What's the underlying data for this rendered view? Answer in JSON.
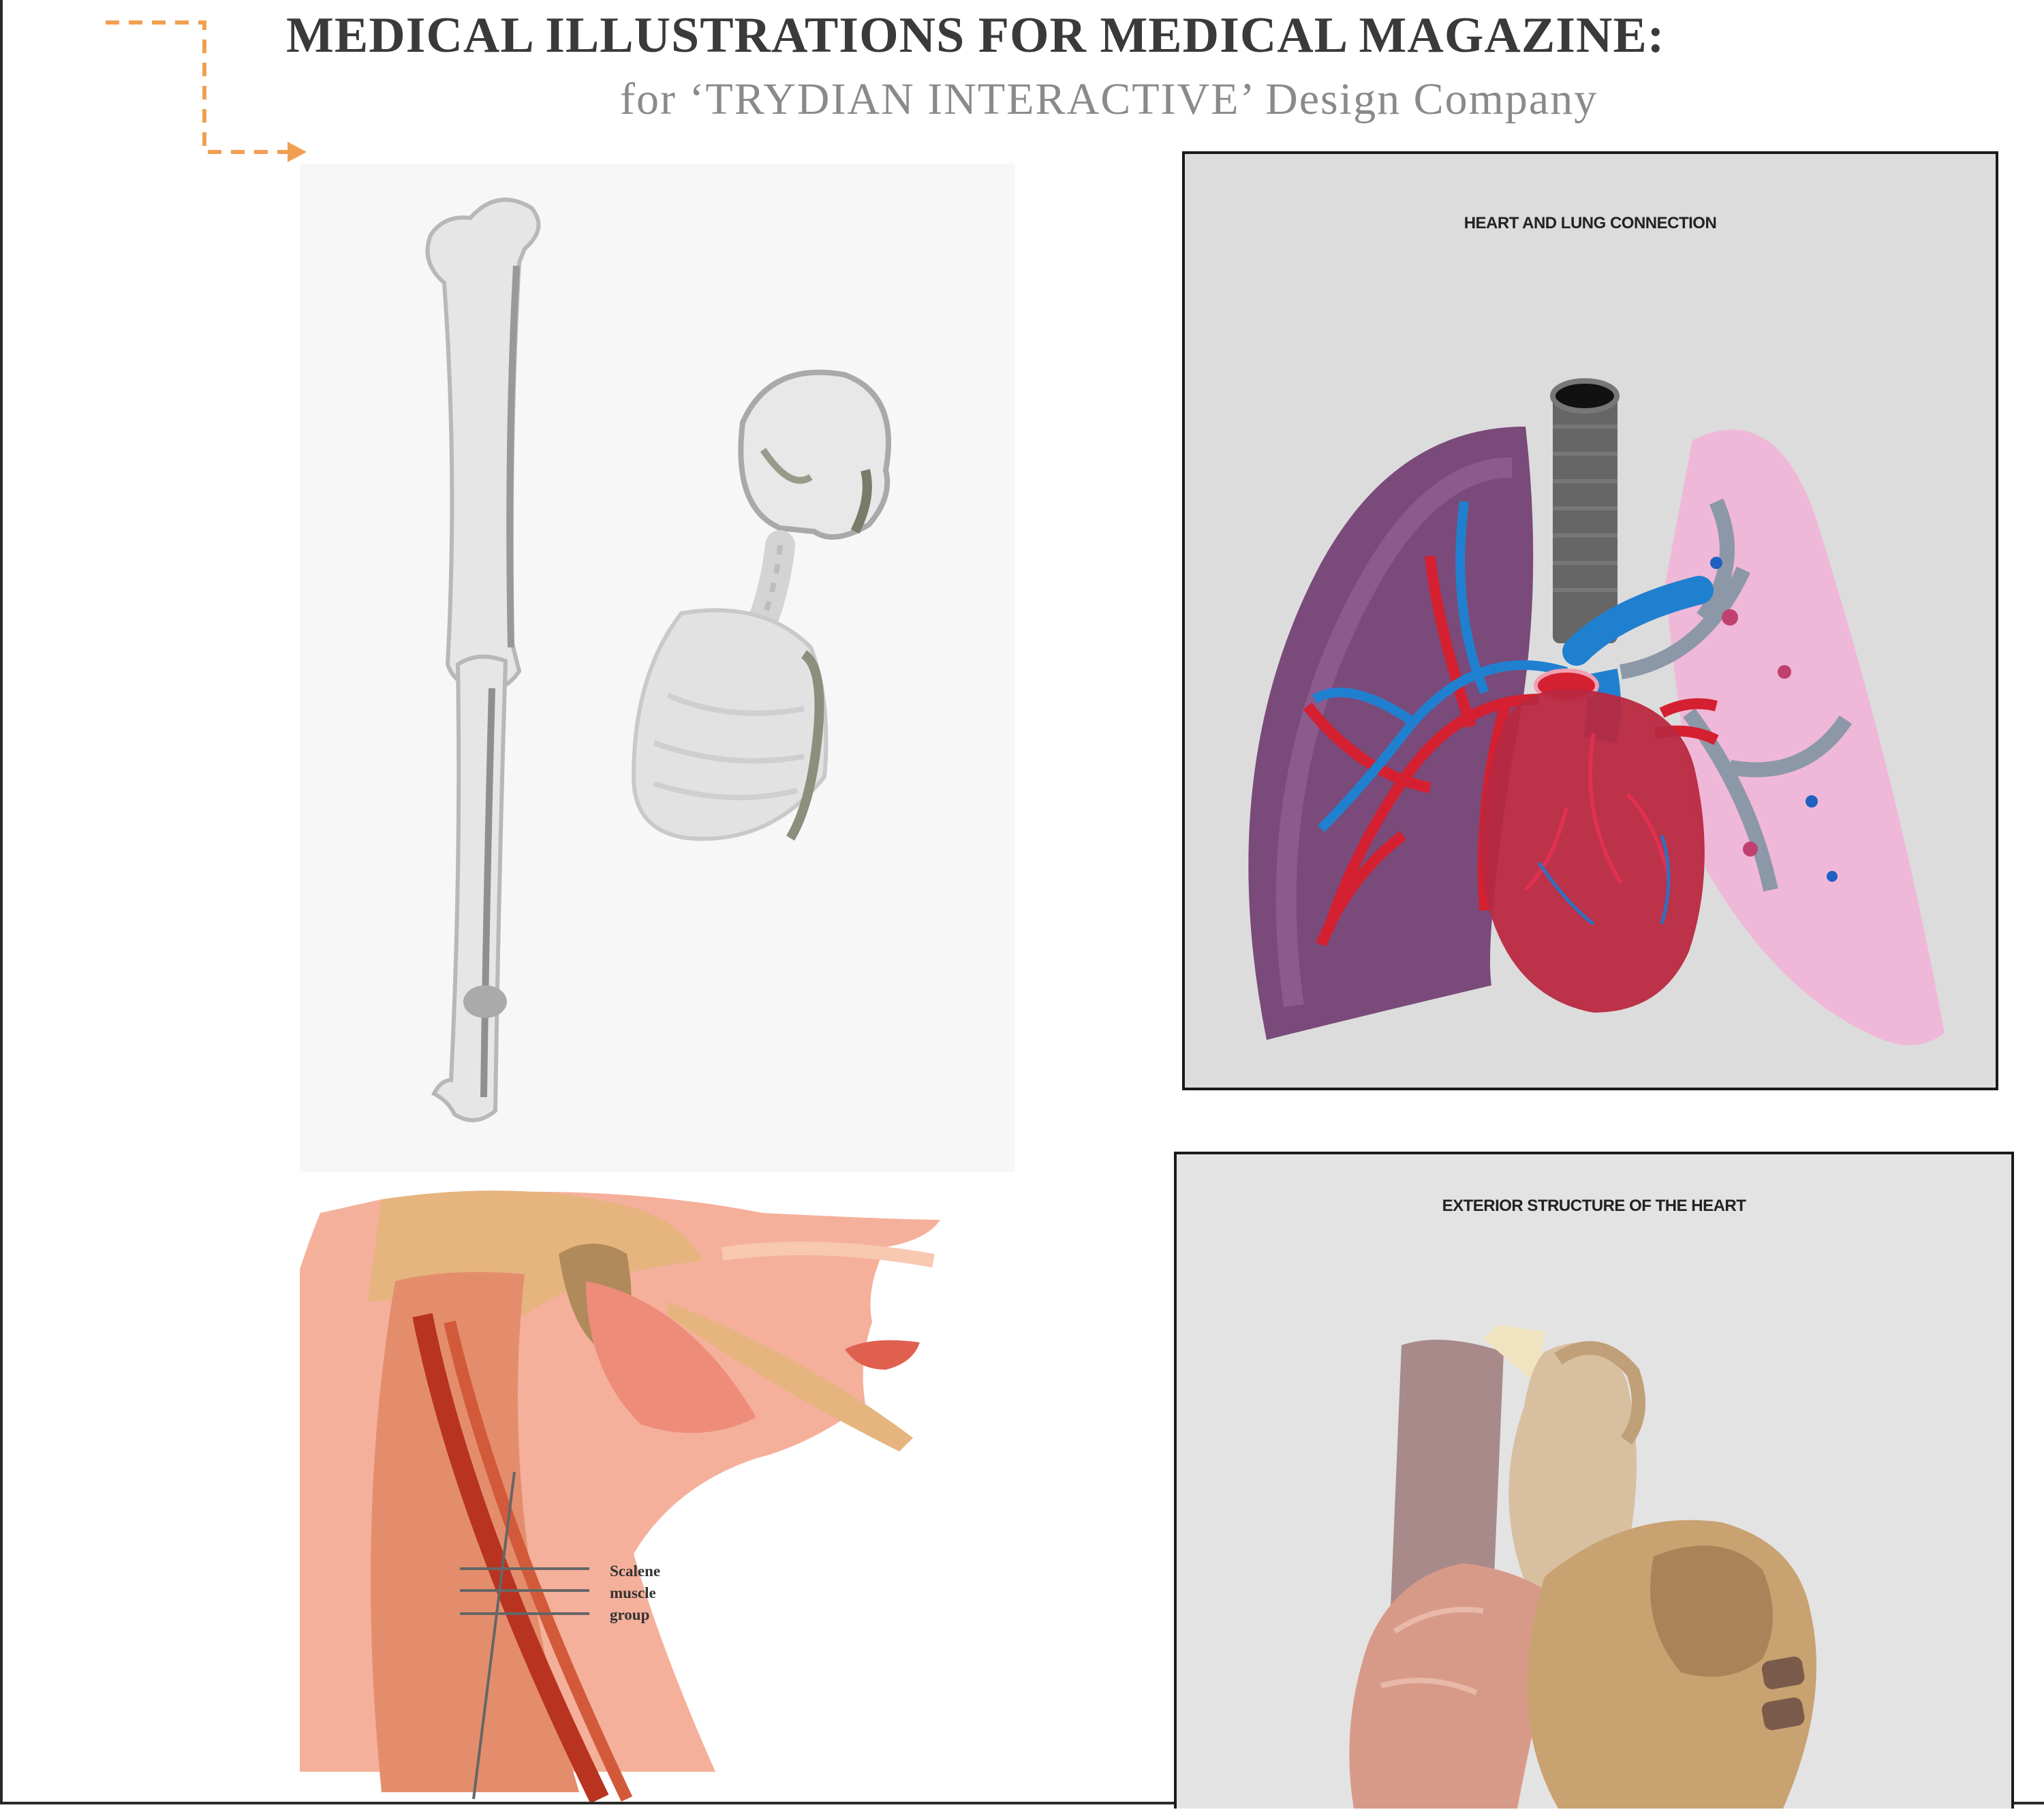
{
  "header": {
    "title": "MEDICAL ILLUSTRATIONS FOR MEDICAL MAGAZINE:",
    "subtitle": "for ‘TRYDIAN INTERACTIVE’ Design Company"
  },
  "panels": {
    "heart_lung": {
      "caption": "HEART AND LUNG CONNECTION"
    },
    "exterior_heart": {
      "caption": "EXTERIOR STRUCTURE OF THE HEART"
    },
    "neck": {
      "labels": [
        "Scalene",
        "muscle",
        "group"
      ]
    }
  },
  "colors": {
    "arrow": "#f0a050",
    "frame": "#2a2a2a",
    "left_lung": "#7a4a7a",
    "right_lung": "#f0b8d8",
    "heart": "#b82840",
    "artery_red": "#d42030",
    "vein_blue": "#2080d0",
    "trachea": "#666666"
  }
}
